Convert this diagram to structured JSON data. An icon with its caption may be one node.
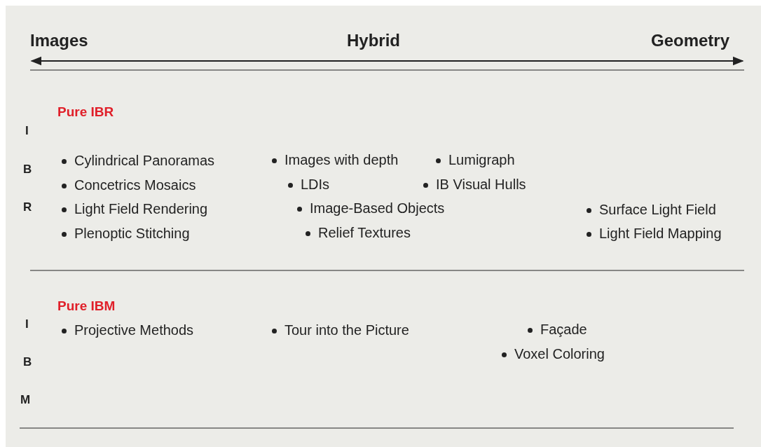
{
  "diagram": {
    "labels": [
      "Images",
      "Hybrid",
      "Geometry",
      "Pure IBR",
      "I",
      "B",
      "R",
      "Cylindrical Panoramas",
      "Images with depth",
      "Lumigraph",
      "Concetrics Mosaics",
      "LDIs",
      "IB Visual Hulls",
      "Light Field Rendering",
      "Image-Based Objects",
      "Surface Light Field",
      "Plenoptic Stitching",
      "Relief Textures",
      "Light Field Mapping",
      "Pure IBM",
      "I",
      "Projective Methods",
      "Tour into the Picture",
      "Façade",
      "Voxel Coloring",
      "B",
      "M"
    ]
  }
}
